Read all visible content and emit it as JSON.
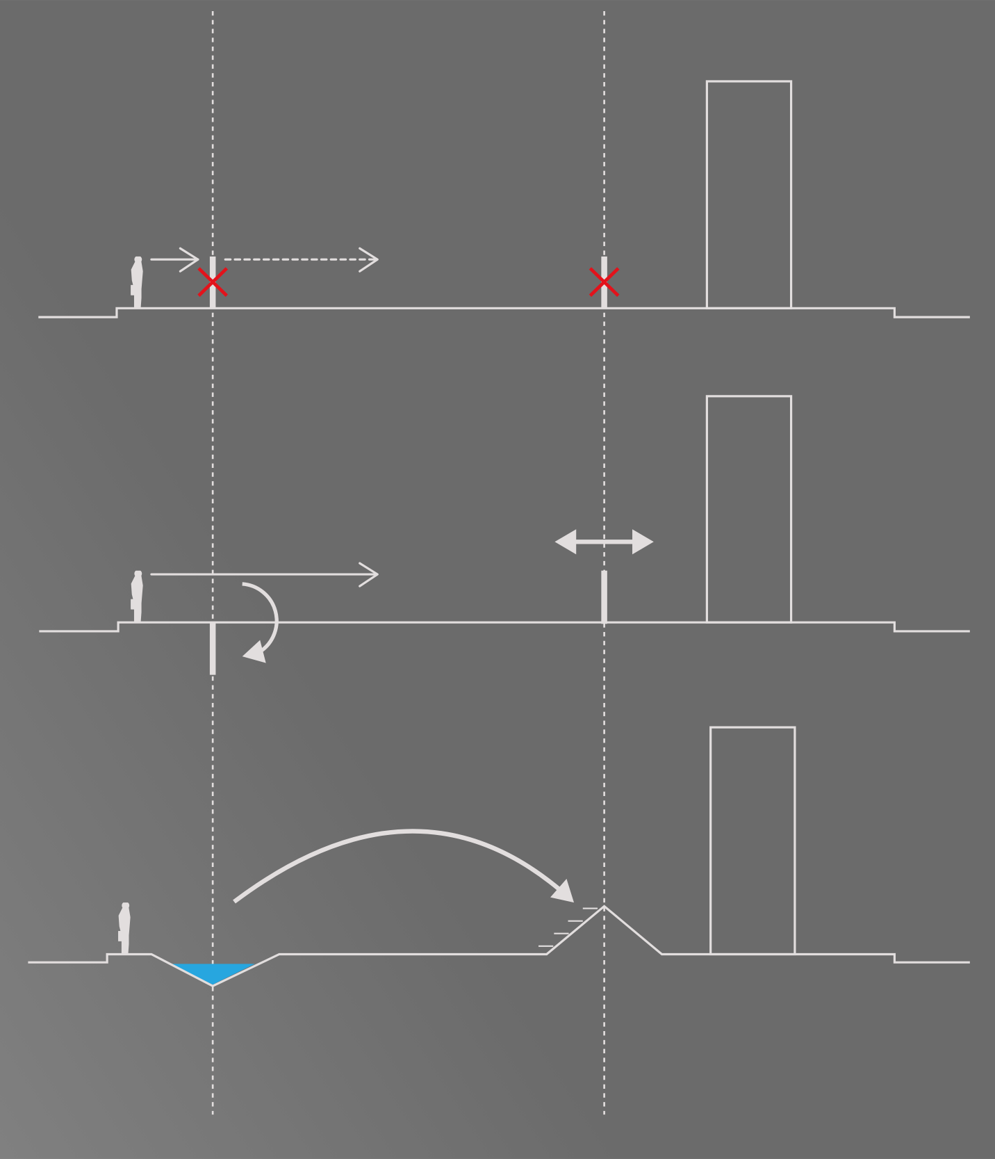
{
  "diagram": {
    "colors": {
      "background": "#6b6b6b",
      "background_light": "#7f7f7f",
      "line": "#e2dede",
      "blocked": "#e3121b",
      "water": "#27a6df"
    },
    "icons": [
      "person-icon",
      "blocked-x-icon",
      "arrow-icon",
      "double-arrow-icon",
      "curved-arrow-icon"
    ],
    "panels": [
      "blocked-crossing",
      "relocated-barriers",
      "bridge-over-canal"
    ]
  }
}
